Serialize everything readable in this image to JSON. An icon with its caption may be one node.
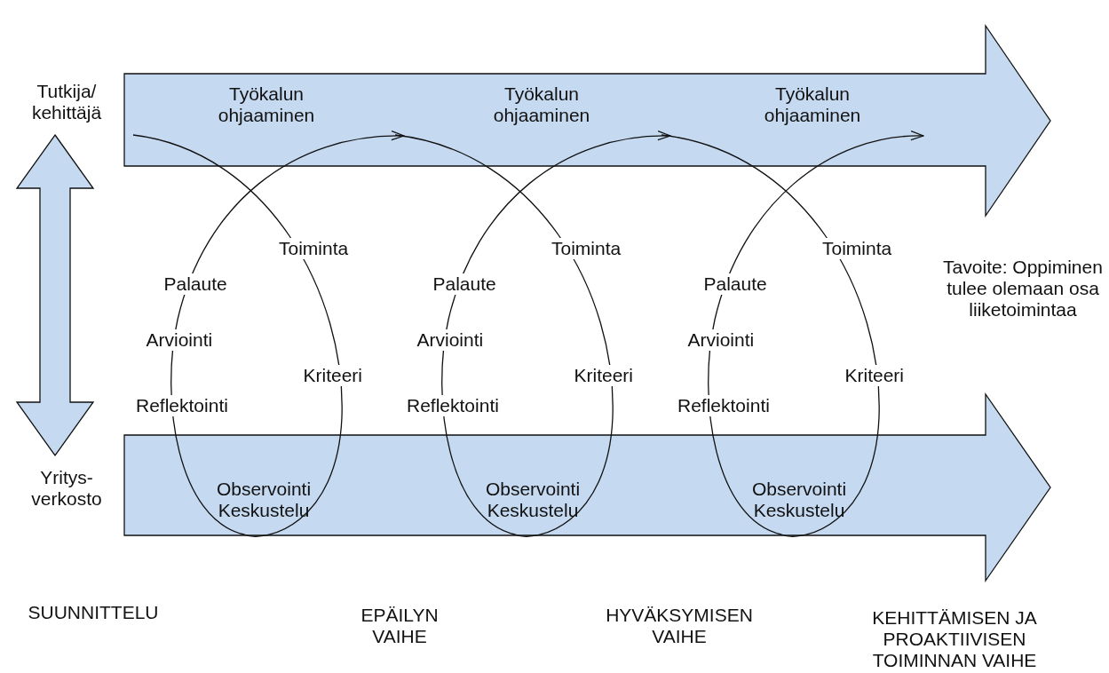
{
  "diagram": {
    "nodes": [
      {
        "text": [
          "Tutkija/ kehittäjä"
        ]
      },
      {
        "text": [
          "Yritys- verkosto"
        ]
      },
      {
        "text": [
          "Työkalun ohjaaminen",
          "Työkalun ohjaaminen",
          "Työkalun ohjaaminen"
        ]
      },
      {
        "text": [
          "Observointi Keskustelu",
          "Observointi Keskustelu",
          "Observointi Keskustelu"
        ]
      }
    ],
    "edges": [
      {
        "from": 0,
        "to": 1,
        "arrow": "both"
      }
    ],
    "labels": [
      "Toiminta",
      "Toiminta",
      "Toiminta",
      "Tavoite: Oppiminen tulee olemaan osa liiketoimintaa",
      "Palaute",
      "Palaute",
      "Palaute",
      "Arviointi",
      "Arviointi",
      "Arviointi",
      "Kriteeri",
      "Kriteeri",
      "Kriteeri",
      "Reflektointi",
      "Reflektointi",
      "Reflektointi",
      "SUUNNITTELU",
      "EPÄILYN VAIHE",
      "HYVÄKSYMISEN VAIHE",
      "KEHITTÄMISEN JA PROAKTIIVISEN TOIMINNAN VAIHE"
    ]
  }
}
